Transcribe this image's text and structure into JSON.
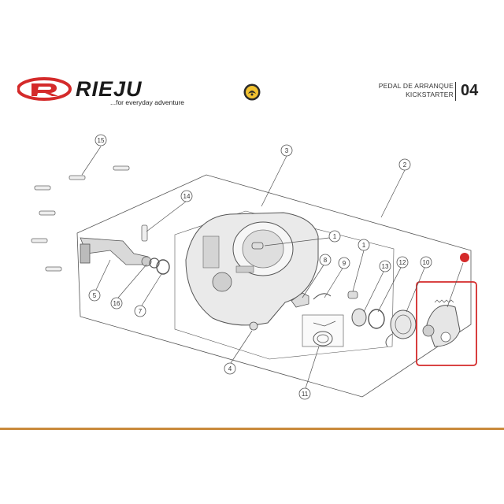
{
  "header": {
    "brand": "RIEJU",
    "tagline": "...for everyday adventure",
    "title_es": "PEDAL DE ARRANQUE",
    "title_en": "KICKSTARTER",
    "section_number": "04"
  },
  "callouts": [
    "15",
    "3",
    "2",
    "14",
    "1",
    "1",
    "8",
    "9",
    "13",
    "12",
    "10",
    "5",
    "16",
    "7",
    "4",
    "11"
  ],
  "colors": {
    "brand_red": "#d42a2a",
    "highlight_red": "#d42a2a",
    "footer_rule": "#c98a3c",
    "line": "#555555"
  }
}
